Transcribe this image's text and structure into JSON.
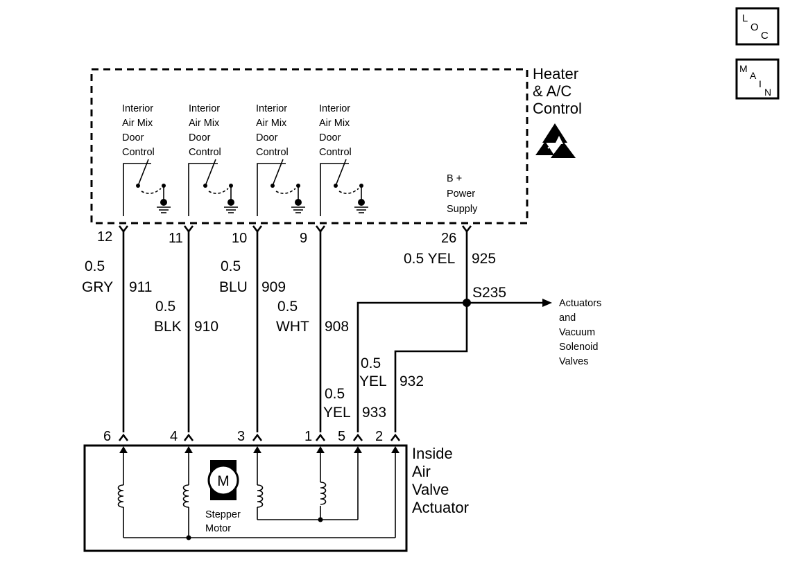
{
  "icons": {
    "loc": {
      "letters": [
        "L",
        "O",
        "C"
      ]
    },
    "main": {
      "letters": [
        "M",
        "A",
        "I",
        "N"
      ]
    }
  },
  "hvac_control": {
    "title_lines": [
      "Heater",
      "& A/C",
      "Control"
    ],
    "switch_label_lines": [
      "Interior",
      "Air Mix",
      "Door",
      "Control"
    ],
    "power_label_lines": [
      "B +",
      "Power",
      "Supply"
    ]
  },
  "connector_top": {
    "pins": [
      "12",
      "11",
      "10",
      "9",
      "26"
    ]
  },
  "wires": {
    "w911": {
      "size": "0.5",
      "color": "GRY",
      "circuit": "911"
    },
    "w910": {
      "size": "0.5",
      "color": "BLK",
      "circuit": "910"
    },
    "w909": {
      "size": "0.5",
      "color": "BLU",
      "circuit": "909"
    },
    "w908": {
      "size": "0.5",
      "color": "WHT",
      "circuit": "908"
    },
    "w925": {
      "label": "0.5 YEL",
      "circuit": "925"
    },
    "w932": {
      "size": "0.5",
      "color": "YEL",
      "circuit": "932"
    },
    "w933": {
      "size": "0.5",
      "color": "YEL",
      "circuit": "933"
    }
  },
  "splice": {
    "label": "S235",
    "destination_lines": [
      "Actuators",
      "and",
      "Vacuum",
      "Solenoid",
      "Valves"
    ]
  },
  "connector_bottom": {
    "pins": [
      "6",
      "4",
      "3",
      "1",
      "5",
      "2"
    ]
  },
  "actuator": {
    "title_lines": [
      "Inside",
      "Air",
      "Valve",
      "Actuator"
    ],
    "motor_symbol": "M",
    "motor_label_lines": [
      "Stepper",
      "Motor"
    ]
  }
}
